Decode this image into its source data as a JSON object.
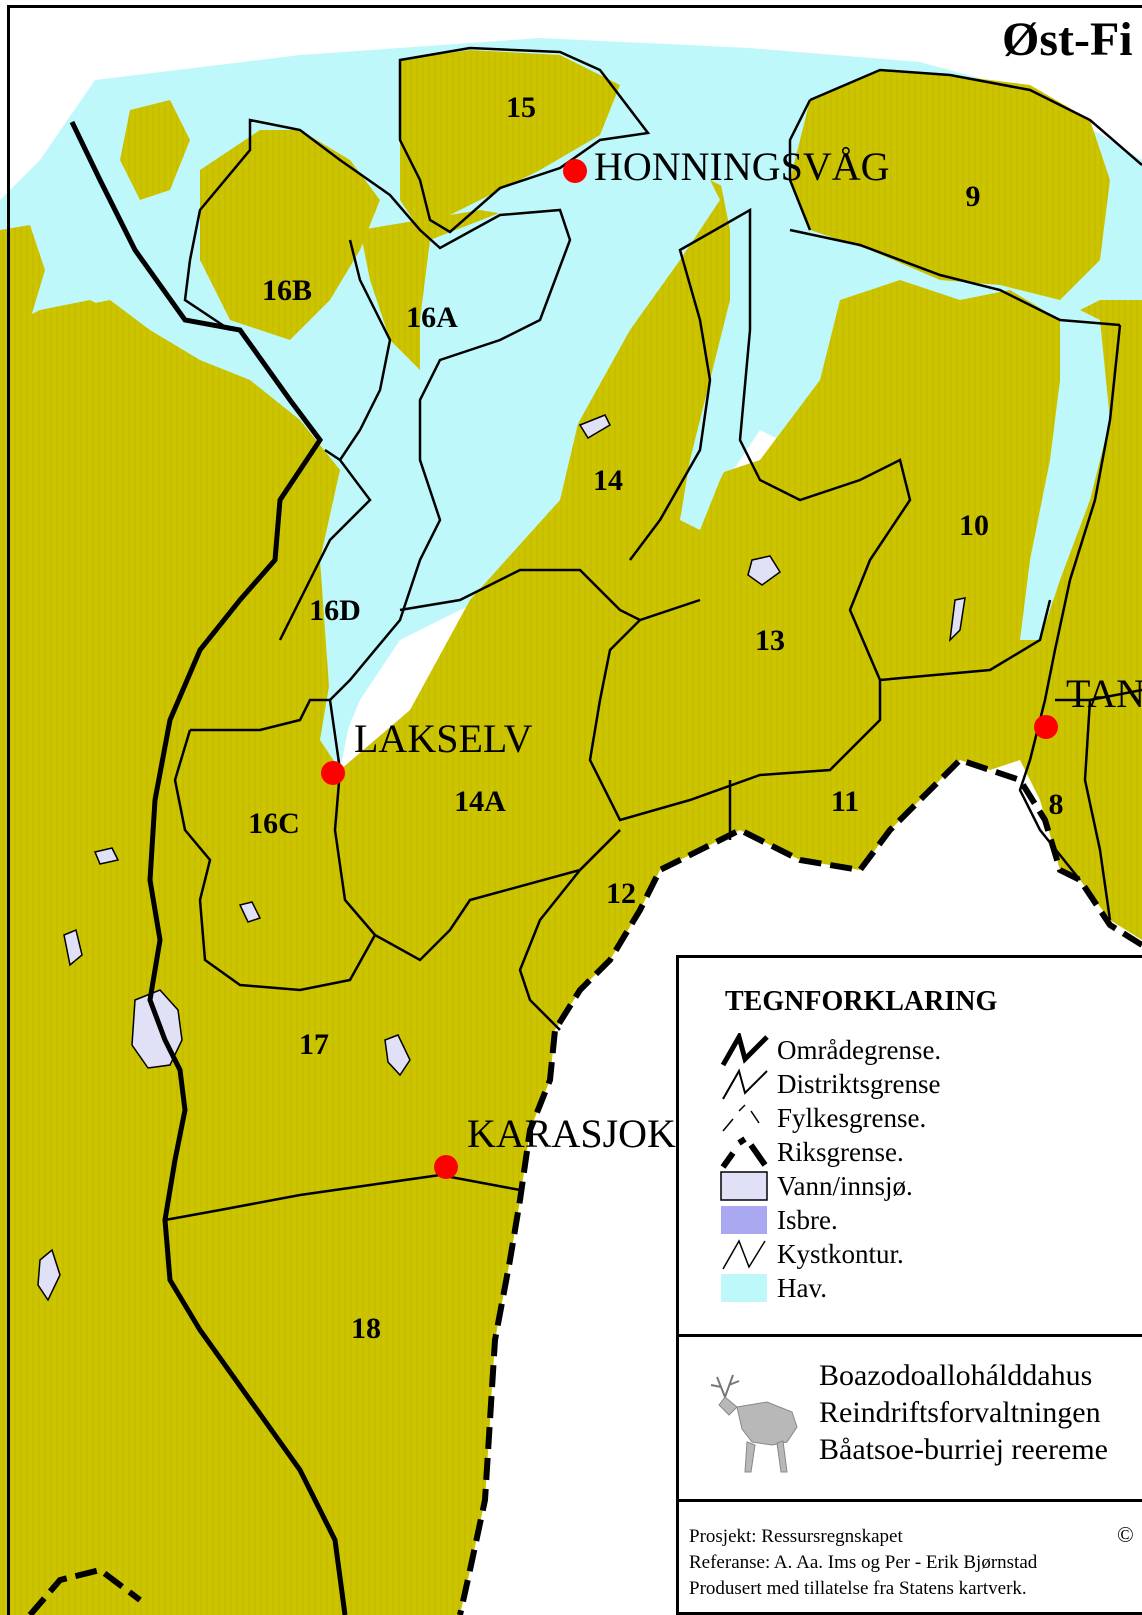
{
  "map": {
    "title": "Øst-Fi",
    "colors": {
      "land": "#cdc400",
      "sea": "#bff8fb",
      "lake": "#e0e0f7",
      "glacier": "#aaa8f0",
      "town_marker": "#ff0000",
      "boundary": "#000000"
    },
    "districts": [
      {
        "id": "15",
        "label": "15"
      },
      {
        "id": "16B",
        "label": "16B"
      },
      {
        "id": "16A",
        "label": "16A"
      },
      {
        "id": "9",
        "label": "9"
      },
      {
        "id": "14",
        "label": "14"
      },
      {
        "id": "10",
        "label": "10"
      },
      {
        "id": "16D",
        "label": "16D"
      },
      {
        "id": "13",
        "label": "13"
      },
      {
        "id": "14A",
        "label": "14A"
      },
      {
        "id": "11",
        "label": "11"
      },
      {
        "id": "8",
        "label": "8"
      },
      {
        "id": "16C",
        "label": "16C"
      },
      {
        "id": "12",
        "label": "12"
      },
      {
        "id": "17",
        "label": "17"
      },
      {
        "id": "18",
        "label": "18"
      }
    ],
    "towns": [
      {
        "id": "honningsvag",
        "name": "HONNINGSVÅG"
      },
      {
        "id": "lakselv",
        "name": "LAKSELV"
      },
      {
        "id": "karasjok",
        "name": "KARASJOK"
      },
      {
        "id": "tana",
        "name": "TAN"
      }
    ]
  },
  "legend": {
    "title": "TEGNFORKLARING",
    "items": [
      {
        "id": "omradegrense",
        "label": "Områdegrense.",
        "icon": "thick-zigzag-icon"
      },
      {
        "id": "distriktsgrense",
        "label": "Distriktsgrense",
        "icon": "zigzag-icon"
      },
      {
        "id": "fylkesgrense",
        "label": "Fylkesgrense.",
        "icon": "dashed-line-icon"
      },
      {
        "id": "riksgrense",
        "label": "Riksgrense.",
        "icon": "thick-dashed-line-icon"
      },
      {
        "id": "vann",
        "label": "Vann/innsjø.",
        "icon": "lake-swatch-icon"
      },
      {
        "id": "isbre",
        "label": "Isbre.",
        "icon": "glacier-swatch-icon"
      },
      {
        "id": "kystkontur",
        "label": "Kystkontur.",
        "icon": "coastline-icon"
      },
      {
        "id": "hav",
        "label": "Hav.",
        "icon": "sea-swatch-icon"
      }
    ]
  },
  "organization": {
    "logo_icon": "reindeer-icon",
    "lines": [
      "Boazodoallohálddahus",
      "Reindriftsforvaltningen",
      "Båatsoe-burriej reereme"
    ]
  },
  "credits": {
    "lines": [
      "Prosjekt: Ressursregnskapet",
      "Referanse: A. Aa. Ims og Per - Erik Bjørnstad",
      "Produsert med tillatelse fra Statens kartverk."
    ],
    "copyright": "©"
  }
}
